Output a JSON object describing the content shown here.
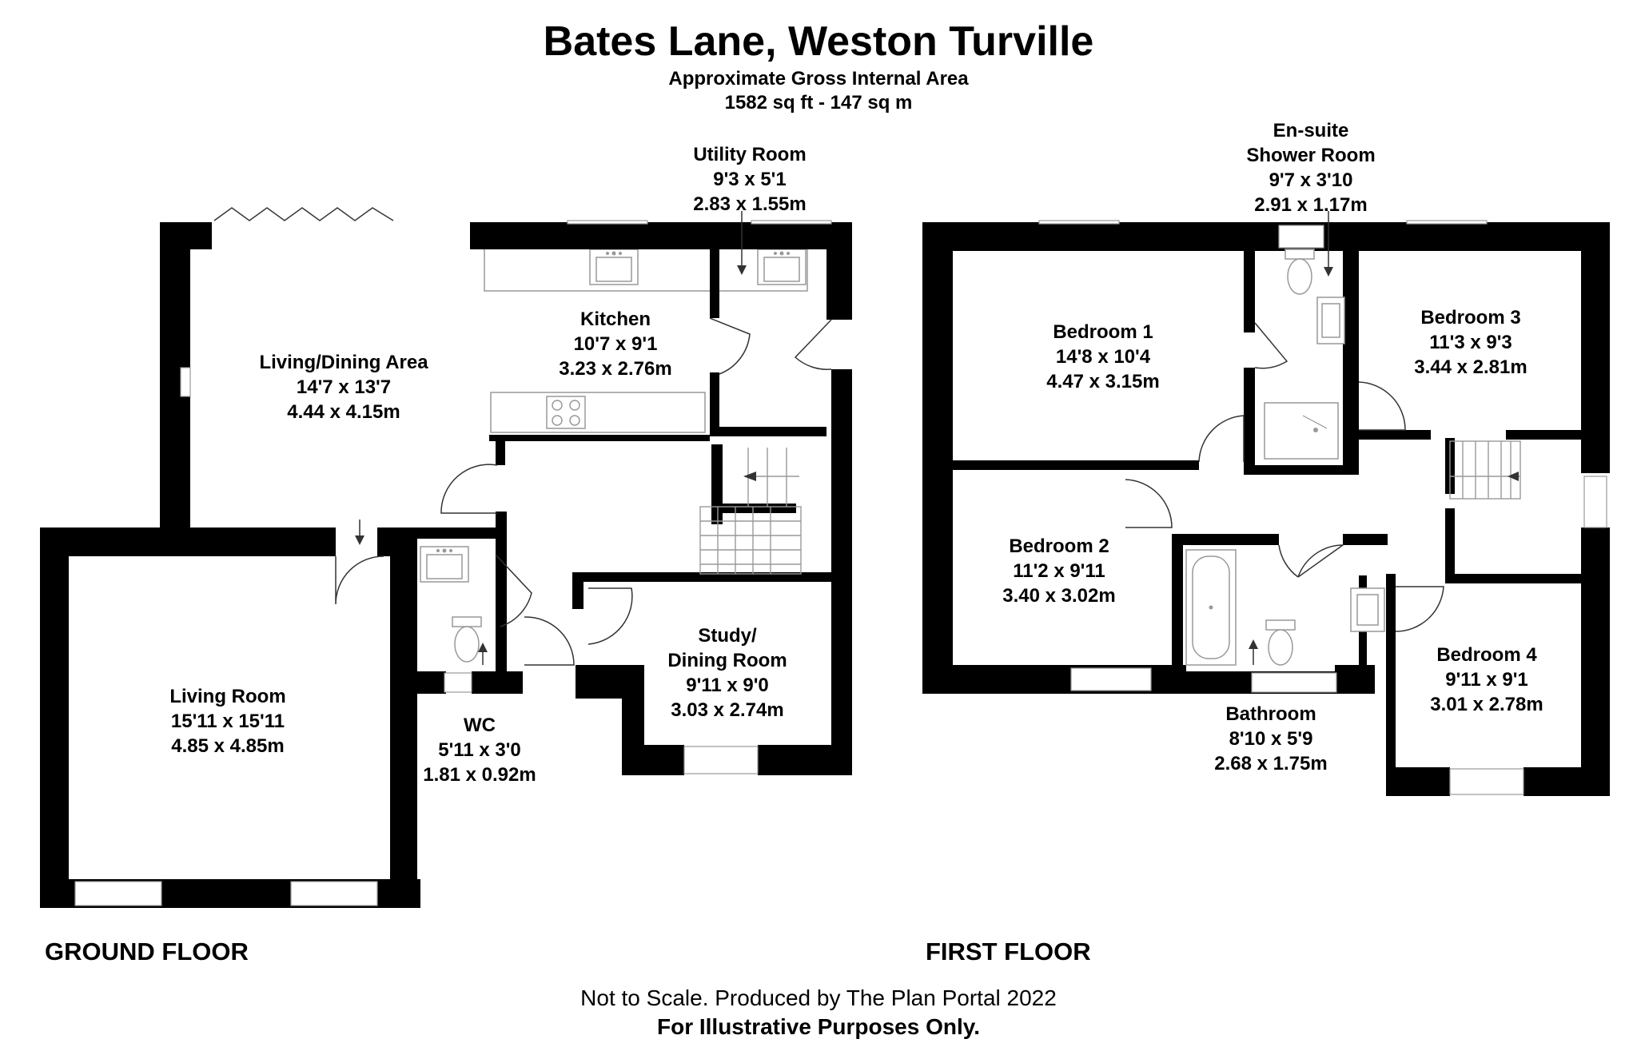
{
  "header": {
    "title": "Bates Lane, Weston Turville",
    "area_label": "Approximate Gross Internal Area",
    "area_value": "1582 sq ft - 147 sq m"
  },
  "floors": {
    "ground": "GROUND FLOOR",
    "first": "FIRST FLOOR"
  },
  "rooms": {
    "utility": {
      "name": "Utility Room",
      "imperial": "9'3 x 5'1",
      "metric": "2.83 x 1.55m"
    },
    "kitchen": {
      "name": "Kitchen",
      "imperial": "10'7 x 9'1",
      "metric": "3.23 x 2.76m"
    },
    "living_dining": {
      "name": "Living/Dining Area",
      "imperial": "14'7 x 13'7",
      "metric": "4.44 x 4.15m"
    },
    "living": {
      "name": "Living Room",
      "imperial": "15'11 x 15'11",
      "metric": "4.85 x 4.85m"
    },
    "wc": {
      "name": "WC",
      "imperial": "5'11 x 3'0",
      "metric": "1.81 x 0.92m"
    },
    "study": {
      "name": "Study/",
      "name2": "Dining Room",
      "imperial": "9'11 x 9'0",
      "metric": "3.03 x 2.74m"
    },
    "ensuite": {
      "name": "En-suite",
      "name2": "Shower Room",
      "imperial": "9'7 x 3'10",
      "metric": "2.91 x 1.17m"
    },
    "bedroom1": {
      "name": "Bedroom 1",
      "imperial": "14'8 x 10'4",
      "metric": "4.47 x 3.15m"
    },
    "bedroom3": {
      "name": "Bedroom 3",
      "imperial": "11'3 x 9'3",
      "metric": "3.44 x 2.81m"
    },
    "bedroom2": {
      "name": "Bedroom 2",
      "imperial": "11'2 x 9'11",
      "metric": "3.40 x 3.02m"
    },
    "bedroom4": {
      "name": "Bedroom 4",
      "imperial": "9'11 x 9'1",
      "metric": "3.01 x 2.78m"
    },
    "bathroom": {
      "name": "Bathroom",
      "imperial": "8'10 x 5'9",
      "metric": "2.68 x 1.75m"
    }
  },
  "footer": {
    "disclaimer": "Not to Scale. Produced by The Plan Portal 2022",
    "illustrative": "For Illustrative Purposes Only."
  },
  "colors": {
    "wall": "#000000",
    "background": "#ffffff",
    "fixture": "#999999"
  }
}
